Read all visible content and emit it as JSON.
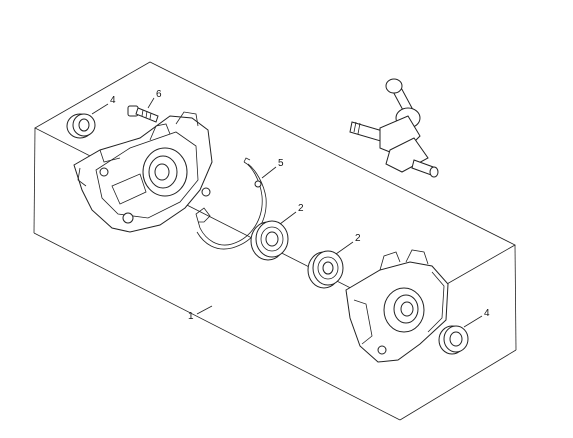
{
  "callouts": {
    "crankcase": "1",
    "bearing_a": "2",
    "bearing_b": "2",
    "seal_a": "4",
    "seal_b": "4",
    "gasket": "5",
    "screw": "6"
  }
}
